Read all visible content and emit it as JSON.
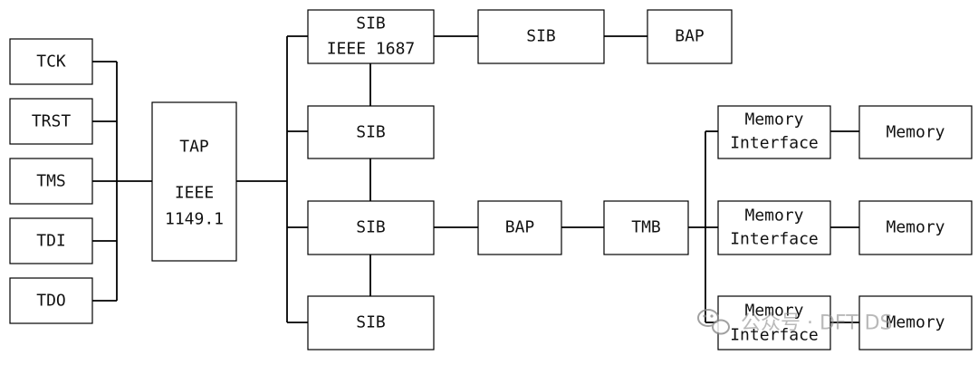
{
  "signals": {
    "tck": "TCK",
    "trst": "TRST",
    "tms": "TMS",
    "tdi": "TDI",
    "tdo": "TDO"
  },
  "tap": {
    "line1": "TAP",
    "line2": "IEEE",
    "line3": "1149.1"
  },
  "sib_main": {
    "line1": "SIB",
    "line2": "IEEE 1687"
  },
  "sib_top_right": "SIB",
  "bap_top": "BAP",
  "sib_2": "SIB",
  "sib_3": "SIB",
  "sib_4": "SIB",
  "bap_mid": "BAP",
  "tmb": "TMB",
  "mem_interface": [
    {
      "line1": "Memory",
      "line2": "Interface"
    },
    {
      "line1": "Memory",
      "line2": "Interface"
    },
    {
      "line1": "Memory",
      "line2": "Interface"
    }
  ],
  "memory": [
    "Memory",
    "Memory",
    "Memory"
  ],
  "watermark": "公众号 · DFT DS"
}
